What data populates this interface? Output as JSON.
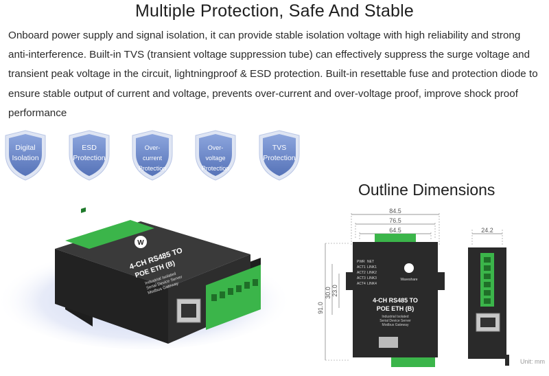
{
  "title": "Multiple Protection, Safe And Stable",
  "description": "Onboard power supply and signal isolation, it can provide stable isolation voltage with high reliability and strong anti-interference. Built-in TVS (transient voltage suppression tube) can effectively suppress the surge voltage and transient peak voltage in the circuit, lightningproof & ESD protection. Built-in resettable fuse and protection diode to ensure stable output of current and voltage, prevents over-current and over-voltage proof, improve shock proof performance",
  "badges": [
    {
      "line1": "Digital",
      "line2": "Isolation"
    },
    {
      "line1": "ESD",
      "line2": "Protection"
    },
    {
      "line1": "Over-current",
      "line2": "Protection"
    },
    {
      "line1": "Over-voltage",
      "line2": "Protection"
    },
    {
      "line1": "TVS",
      "line2": "Protection"
    }
  ],
  "outline_title": "Outline Dimensions",
  "device": {
    "line1": "4-CH RS485 TO",
    "line2": "POE ETH (B)",
    "sub1": "Industrial Isolated",
    "sub2": "Serial Device Server",
    "sub3": "Modbus Gateway",
    "brand": "Waveshare",
    "leds": [
      "PWR",
      "NET",
      "ACT1",
      "LINK1",
      "ACT2",
      "LINK2",
      "ACT3",
      "LINK3",
      "ACT4",
      "LINK4"
    ]
  },
  "dimensions": {
    "w1": "84.5",
    "w2": "76.5",
    "w3": "64.5",
    "h1": "91.0",
    "h2": "30.0",
    "h3": "23.0",
    "side": "24.2"
  },
  "unit": "Unit: mm",
  "colors": {
    "shield": "#6a86c9",
    "terminal": "#3bb54a",
    "case": "#2a2a2a"
  }
}
